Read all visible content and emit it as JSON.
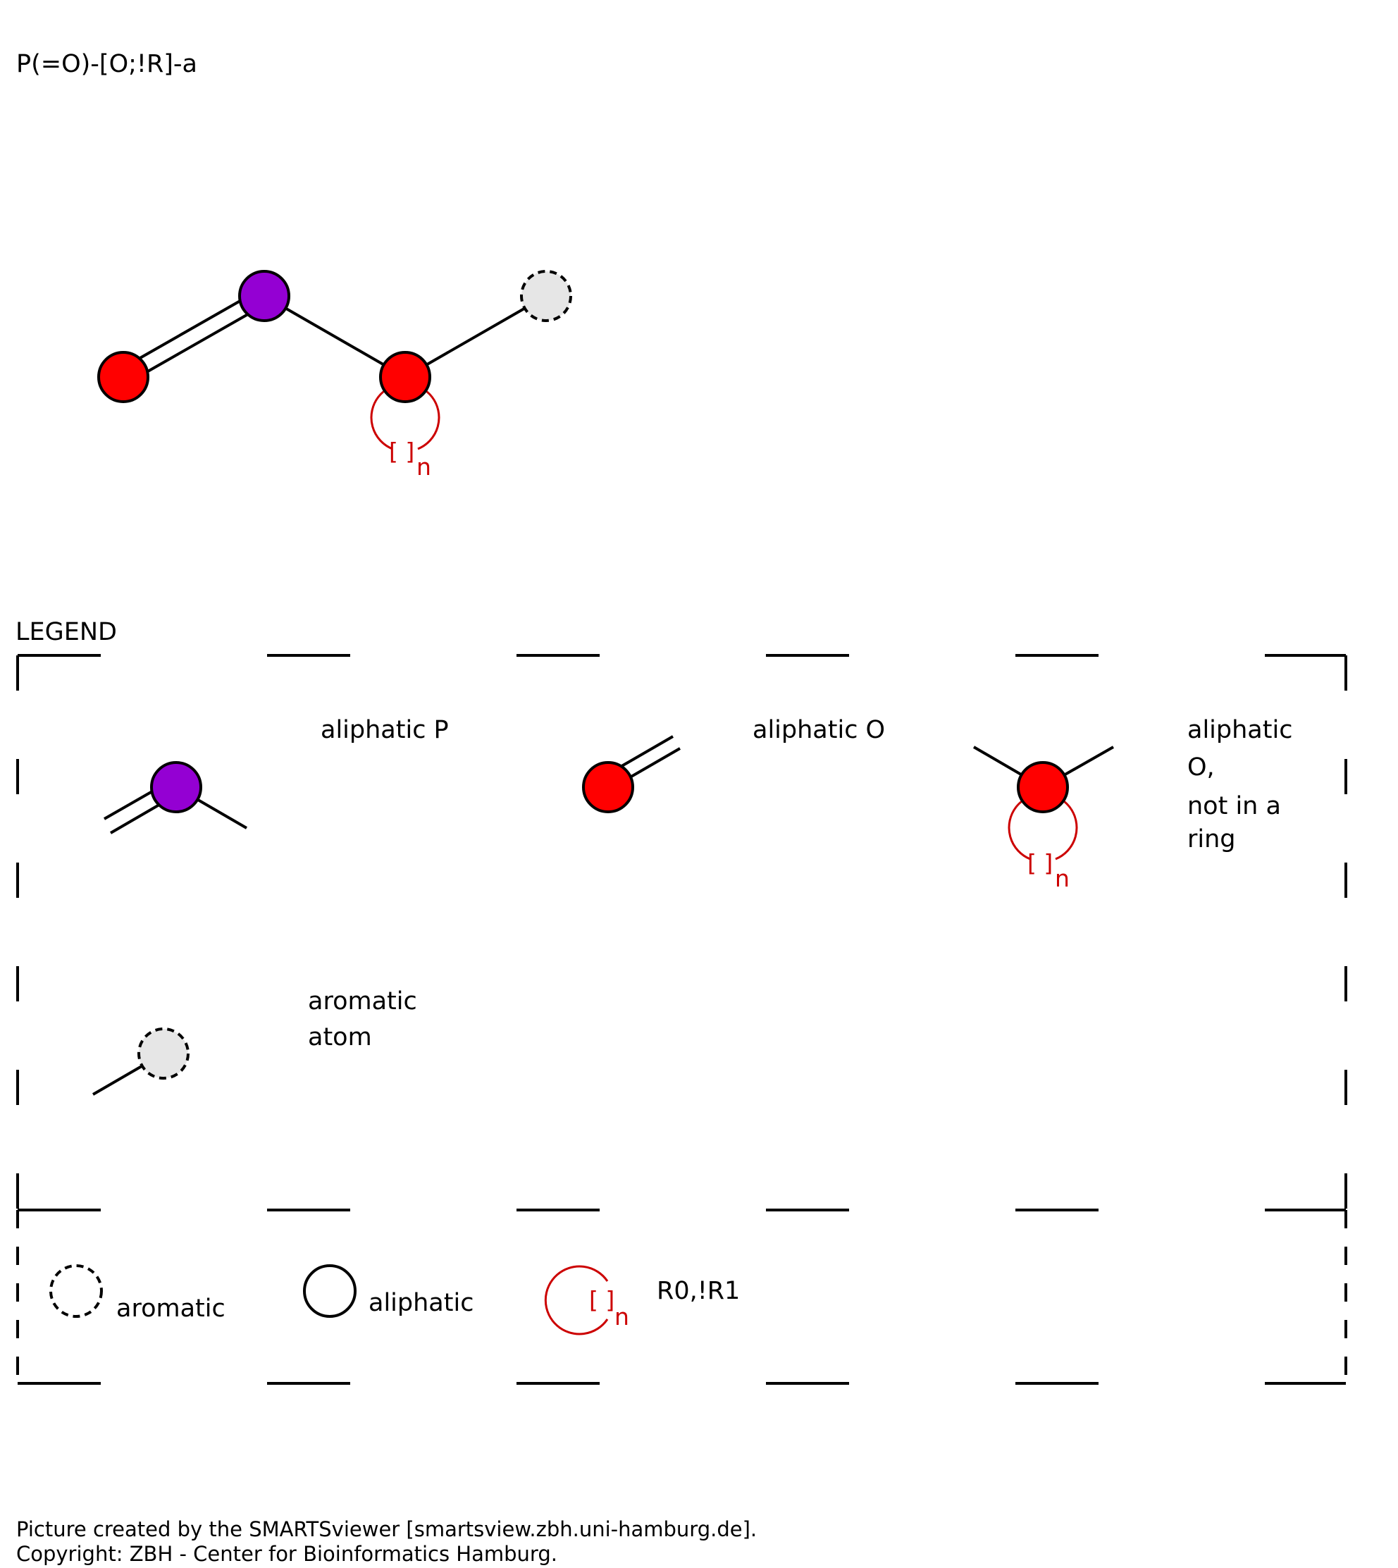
{
  "smarts": "P(=O)-[O;!R]-a",
  "colors": {
    "phosphorus": "#9400D3",
    "oxygen": "#FF0000",
    "aromatic": "#E6E6E6",
    "ring_marker": "#CC0000",
    "line": "#000000"
  },
  "ring_marker": {
    "bracket": "[ ]",
    "sub": "n"
  },
  "legend": {
    "title": "LEGEND",
    "entries": [
      {
        "id": "aliphatic-p",
        "lines": [
          "aliphatic P"
        ]
      },
      {
        "id": "aliphatic-o",
        "lines": [
          "aliphatic O"
        ]
      },
      {
        "id": "aliphatic-o-not-ring",
        "lines": [
          "aliphatic",
          "O,",
          "not in a",
          "ring"
        ]
      },
      {
        "id": "aromatic-atom",
        "lines": [
          "aromatic",
          "atom"
        ]
      }
    ],
    "key": {
      "aromatic": "aromatic",
      "aliphatic": "aliphatic",
      "ring": "R0,!R1"
    }
  },
  "footer": {
    "line1": "Picture created by the SMARTSviewer [smartsview.zbh.uni-hamburg.de].",
    "line2": "Copyright: ZBH - Center for Bioinformatics Hamburg."
  }
}
